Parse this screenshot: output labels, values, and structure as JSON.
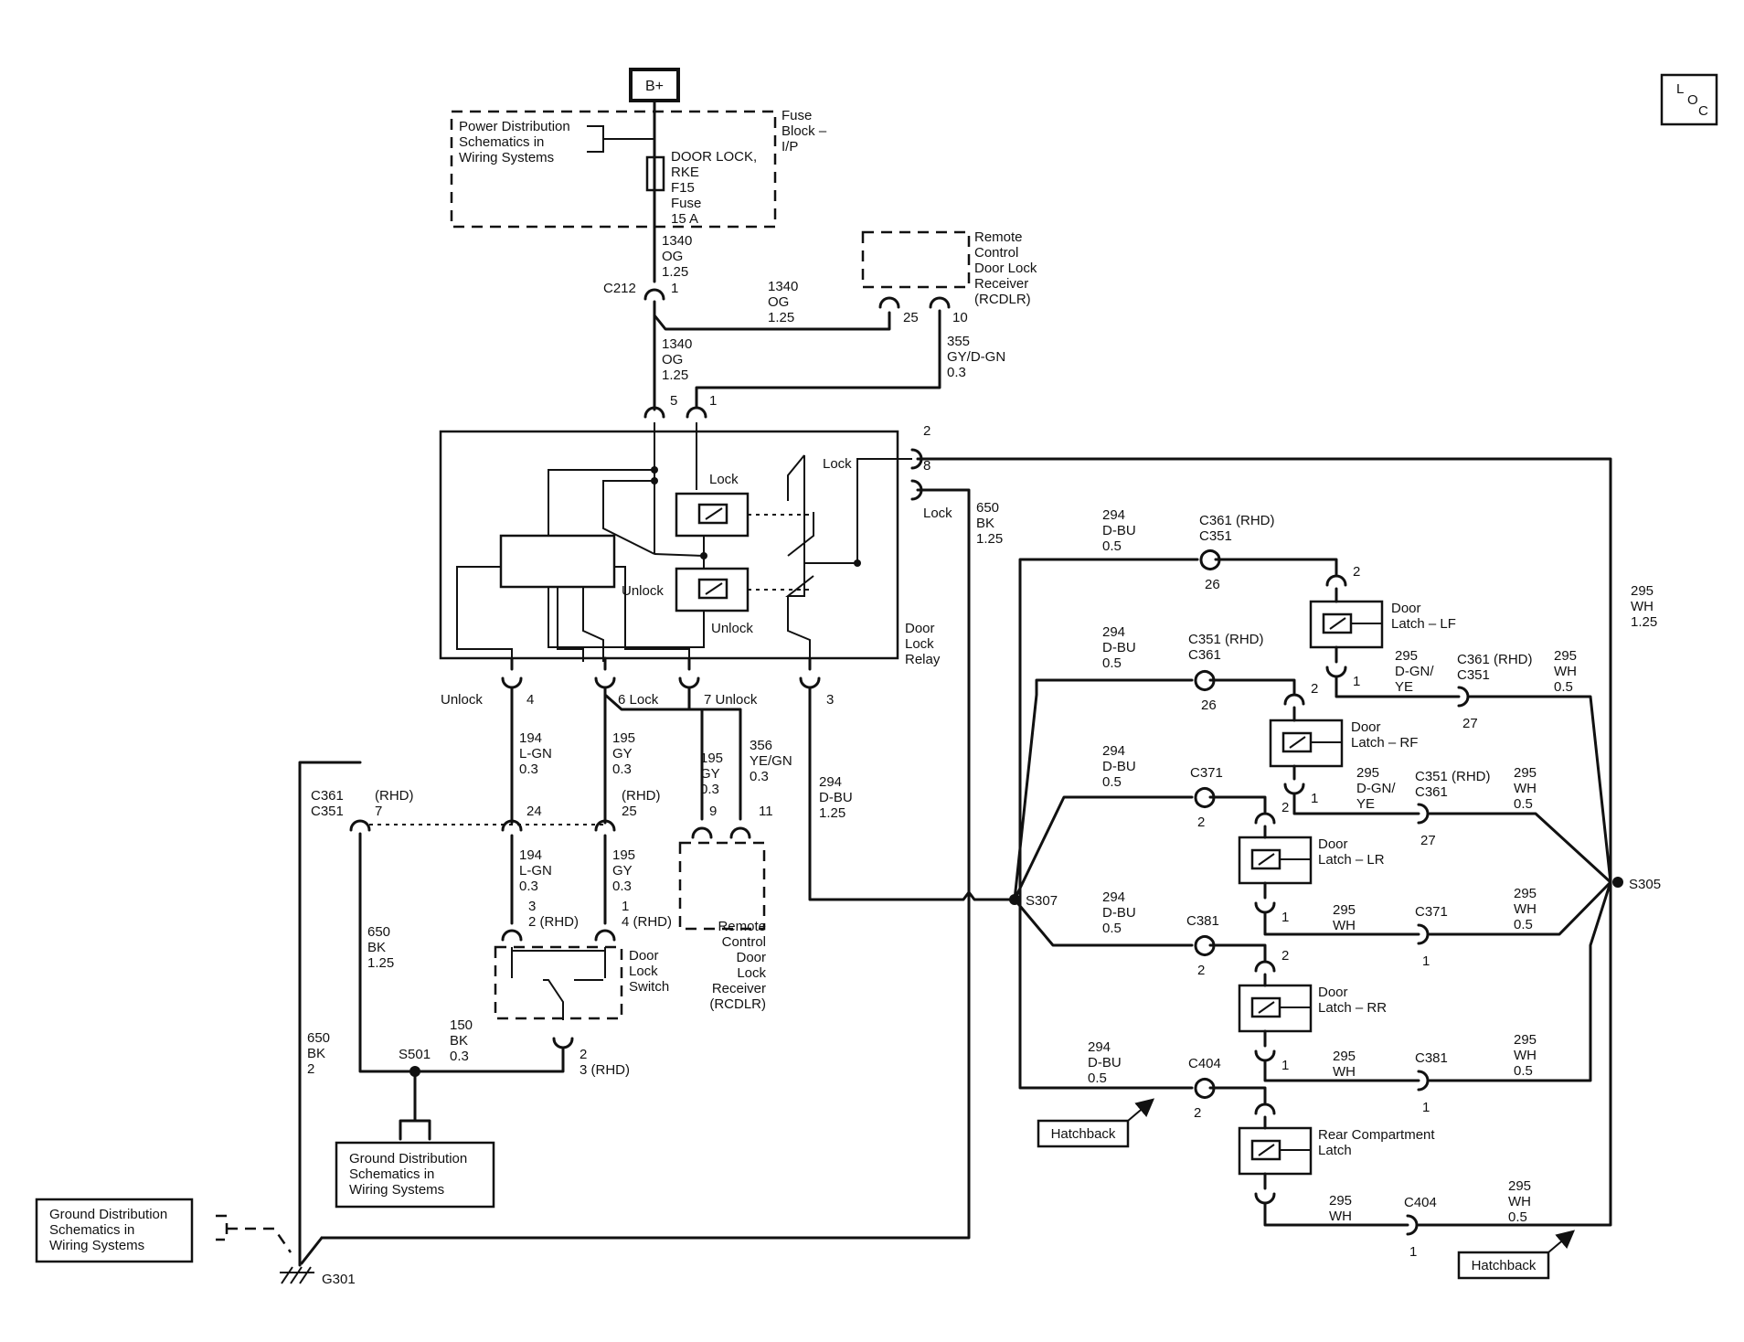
{
  "labels": {
    "bplus": "B+",
    "loc_l": "L",
    "loc_o": "O",
    "loc_c": "C",
    "pd1": "Power Distribution",
    "pd2": "Schematics in",
    "pd3": "Wiring Systems",
    "fb1": "Fuse",
    "fb2": "Block –",
    "fb3": "I/P",
    "fuse1": "DOOR LOCK,",
    "fuse2": "RKE",
    "fuse3": "F15",
    "fuse4": "Fuse",
    "fuse5": "15 A",
    "w1340a_1": "1340",
    "w1340a_2": "OG",
    "w1340a_3": "1.25",
    "c212": "C212",
    "c212_pin": "1",
    "w1340b_1": "1340",
    "w1340b_2": "OG",
    "w1340b_3": "1.25",
    "w1340c_1": "1340",
    "w1340c_2": "OG",
    "w1340c_3": "1.25",
    "rcdlr_top_1": "Remote",
    "rcdlr_top_2": "Control",
    "rcdlr_top_3": "Door Lock",
    "rcdlr_top_4": "Receiver",
    "rcdlr_top_5": "(RCDLR)",
    "rcdlr_pin25": "25",
    "rcdlr_pin10": "10",
    "w355_1": "355",
    "w355_2": "GY/D-GN",
    "w355_3": "0.3",
    "relay_pin5": "5",
    "relay_pin1": "1",
    "relay_pin2": "2",
    "relay_pin8": "8",
    "relay_lock_top": "Lock",
    "relay_lock_right": "Lock",
    "relay_lock_coil": "Lock",
    "relay_unlock_coil": "Unlock",
    "relay_unlock_bottom": "Unlock",
    "dlr_1": "Door",
    "dlr_2": "Lock",
    "dlr_3": "Relay",
    "w650a_1": "650",
    "w650a_2": "BK",
    "w650a_3": "1.25",
    "p_unlock4": "Unlock",
    "p4": "4",
    "p6lock": "6  Lock",
    "p7unlock": "7 Unlock",
    "p3": "3",
    "w194a_1": "194",
    "w194a_2": "L-GN",
    "w194a_3": "0.3",
    "w195a_1": "195",
    "w195a_2": "GY",
    "w195a_3": "0.3",
    "w195b_1": "195",
    "w195b_2": "GY",
    "w195b_3": "0.3",
    "w356_1": "356",
    "w356_2": "YE/GN",
    "w356_3": "0.3",
    "w294a_1": "294",
    "w294a_2": "D-BU",
    "w294a_3": "1.25",
    "c361_left": "C361",
    "c351_left": "C351",
    "rhd_left": "(RHD)",
    "pin7": "7",
    "pin24": "24",
    "rhd_25": "(RHD)",
    "pin25": "25",
    "pin9": "9",
    "pin11": "11",
    "w194b_1": "194",
    "w194b_2": "L-GN",
    "w194b_3": "0.3",
    "w195c_1": "195",
    "w195c_2": "GY",
    "w195c_3": "0.3",
    "rcdlr_bot_1": "Remote",
    "rcdlr_bot_2": "Control",
    "rcdlr_bot_3": "Door",
    "rcdlr_bot_4": "Lock",
    "rcdlr_bot_5": "Receiver",
    "rcdlr_bot_6": "(RCDLR)",
    "w650b_1": "650",
    "w650b_2": "BK",
    "w650b_3": "1.25",
    "sw_pin3": "3",
    "sw_pin2rhd": "2 (RHD)",
    "sw_pin1": "1",
    "sw_pin4rhd": "4 (RHD)",
    "dls_1": "Door",
    "dls_2": "Lock",
    "dls_3": "Switch",
    "w150_1": "150",
    "w150_2": "BK",
    "w150_3": "0.3",
    "s501": "S501",
    "sw_pin2": "2",
    "sw_pin3rhd": "3 (RHD)",
    "w650c_1": "650",
    "w650c_2": "BK",
    "w650c_3": "2",
    "gd1_1": "Ground Distribution",
    "gd1_2": "Schematics in",
    "gd1_3": "Wiring Systems",
    "gd2_1": "Ground Distribution",
    "gd2_2": "Schematics in",
    "gd2_3": "Wiring Systems",
    "g301": "G301",
    "s307": "S307",
    "s305": "S305",
    "w294_lf_1": "294",
    "w294_lf_2": "D-BU",
    "w294_lf_3": "0.5",
    "c361rhd_lf": "C361 (RHD)",
    "c351_lf": "C351",
    "pin26_lf": "26",
    "lf_pin2": "2",
    "lf_1": "Door",
    "lf_2": "Latch – LF",
    "lf_pin1": "1",
    "w295_lf_1": "295",
    "w295_lf_2": "D-GN/",
    "w295_lf_3": "YE",
    "c361rhd_lf_out": "C361 (RHD)",
    "c351_lf_out": "C351",
    "pin27_lf": "27",
    "w295wh_lf_1": "295",
    "w295wh_lf_2": "WH",
    "w295wh_lf_3": "0.5",
    "w295wh_main_1": "295",
    "w295wh_main_2": "WH",
    "w295wh_main_3": "1.25",
    "w294_rf_1": "294",
    "w294_rf_2": "D-BU",
    "w294_rf_3": "0.5",
    "c351rhd_rf": "C351 (RHD)",
    "c361_rf": "C361",
    "pin26_rf": "26",
    "rf_pin2": "2",
    "rf_1": "Door",
    "rf_2": "Latch – RF",
    "rf_pin1": "1",
    "w295_rf_1": "295",
    "w295_rf_2": "D-GN/",
    "w295_rf_3": "YE",
    "c351rhd_rf_out": "C351 (RHD)",
    "c361_rf_out": "C361",
    "pin27_rf": "27",
    "w295wh_rf_1": "295",
    "w295wh_rf_2": "WH",
    "w295wh_rf_3": "0.5",
    "w294_lr_1": "294",
    "w294_lr_2": "D-BU",
    "w294_lr_3": "0.5",
    "c371_lr": "C371",
    "pin2_lr_c": "2",
    "lr_pin2": "2",
    "lr_1": "Door",
    "lr_2": "Latch – LR",
    "lr_pin1": "1",
    "w295_lr_1": "295",
    "w295_lr_2": "WH",
    "c371_lr_out": "C371",
    "pin1_lr_out": "1",
    "w295wh_lr_1": "295",
    "w295wh_lr_2": "WH",
    "w295wh_lr_3": "0.5",
    "w294_rr_1": "294",
    "w294_rr_2": "D-BU",
    "w294_rr_3": "0.5",
    "c381_rr": "C381",
    "pin2_rr_c": "2",
    "rr_pin2": "2",
    "rr_1": "Door",
    "rr_2": "Latch – RR",
    "rr_pin1": "1",
    "w295_rr_1": "295",
    "w295_rr_2": "WH",
    "c381_rr_out": "C381",
    "pin1_rr_out": "1",
    "w295wh_rr_1": "295",
    "w295wh_rr_2": "WH",
    "w295wh_rr_3": "0.5",
    "w294_hb_1": "294",
    "w294_hb_2": "D-BU",
    "w294_hb_3": "0.5",
    "c404": "C404",
    "pin2_hb": "2",
    "hatchback1": "Hatchback",
    "rcl_1": "Rear Compartment",
    "rcl_2": "Latch",
    "w295_hb_1": "295",
    "w295_hb_2": "WH",
    "c404_out": "C404",
    "pin1_hb_out": "1",
    "w295wh_hb_1": "295",
    "w295wh_hb_2": "WH",
    "w295wh_hb_3": "0.5",
    "hatchback2": "Hatchback"
  }
}
